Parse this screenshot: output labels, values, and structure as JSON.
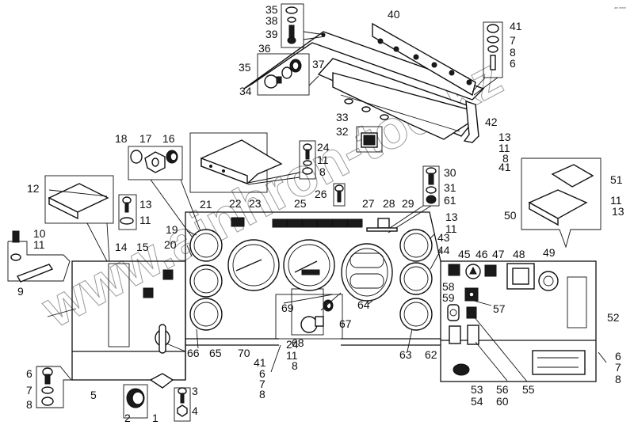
{
  "diagram": {
    "title": "Instrument panel assembly — exploded parts view",
    "watermark": "www.ainhron-tod.kz",
    "corner_mark": "ᵃᵐ ᵐᵐᵐ",
    "callouts": [
      {
        "id": "c35a",
        "text": "35"
      },
      {
        "id": "c38",
        "text": "38"
      },
      {
        "id": "c39",
        "text": "39"
      },
      {
        "id": "c36",
        "text": "36"
      },
      {
        "id": "c35b",
        "text": "35"
      },
      {
        "id": "c34",
        "text": "34"
      },
      {
        "id": "c37",
        "text": "37"
      },
      {
        "id": "c40",
        "text": "40"
      },
      {
        "id": "c41a",
        "text": "41"
      },
      {
        "id": "c7a",
        "text": "7"
      },
      {
        "id": "c8a",
        "text": "8"
      },
      {
        "id": "c6a",
        "text": "6"
      },
      {
        "id": "c33",
        "text": "33"
      },
      {
        "id": "c32",
        "text": "32"
      },
      {
        "id": "c42",
        "text": "42"
      },
      {
        "id": "c13a",
        "text": "13"
      },
      {
        "id": "c11a",
        "text": "11"
      },
      {
        "id": "c8b",
        "text": "8"
      },
      {
        "id": "c41b",
        "text": "41"
      },
      {
        "id": "c18",
        "text": "18"
      },
      {
        "id": "c17",
        "text": "17"
      },
      {
        "id": "c16",
        "text": "16"
      },
      {
        "id": "c24a",
        "text": "24"
      },
      {
        "id": "c11b",
        "text": "11"
      },
      {
        "id": "c8c",
        "text": "8"
      },
      {
        "id": "c21",
        "text": "21"
      },
      {
        "id": "c12",
        "text": "12"
      },
      {
        "id": "c13b",
        "text": "13"
      },
      {
        "id": "c11c",
        "text": "11"
      },
      {
        "id": "c30",
        "text": "30"
      },
      {
        "id": "c31",
        "text": "31"
      },
      {
        "id": "c61",
        "text": "61"
      },
      {
        "id": "c51",
        "text": "51"
      },
      {
        "id": "c11d",
        "text": "11"
      },
      {
        "id": "c13c",
        "text": "13"
      },
      {
        "id": "c50",
        "text": "50"
      },
      {
        "id": "c22",
        "text": "22"
      },
      {
        "id": "c23",
        "text": "23"
      },
      {
        "id": "c25",
        "text": "25"
      },
      {
        "id": "c26",
        "text": "26"
      },
      {
        "id": "c27",
        "text": "27"
      },
      {
        "id": "c28",
        "text": "28"
      },
      {
        "id": "c29",
        "text": "29"
      },
      {
        "id": "c13d",
        "text": "13"
      },
      {
        "id": "c11e",
        "text": "11"
      },
      {
        "id": "c10",
        "text": "10"
      },
      {
        "id": "c11f",
        "text": "11"
      },
      {
        "id": "c9",
        "text": "9"
      },
      {
        "id": "c19",
        "text": "19"
      },
      {
        "id": "c14",
        "text": "14"
      },
      {
        "id": "c15",
        "text": "15"
      },
      {
        "id": "c20",
        "text": "20"
      },
      {
        "id": "c43",
        "text": "43"
      },
      {
        "id": "c44",
        "text": "44"
      },
      {
        "id": "c45",
        "text": "45"
      },
      {
        "id": "c46",
        "text": "46"
      },
      {
        "id": "c47",
        "text": "47"
      },
      {
        "id": "c48",
        "text": "48"
      },
      {
        "id": "c49",
        "text": "49"
      },
      {
        "id": "c58",
        "text": "58"
      },
      {
        "id": "c59",
        "text": "59"
      },
      {
        "id": "c57",
        "text": "57"
      },
      {
        "id": "c52",
        "text": "52"
      },
      {
        "id": "c69",
        "text": "69"
      },
      {
        "id": "c64",
        "text": "64"
      },
      {
        "id": "c67",
        "text": "67"
      },
      {
        "id": "c68",
        "text": "68"
      },
      {
        "id": "c66",
        "text": "66"
      },
      {
        "id": "c65",
        "text": "65"
      },
      {
        "id": "c70",
        "text": "70"
      },
      {
        "id": "c24b",
        "text": "24"
      },
      {
        "id": "c11g",
        "text": "11"
      },
      {
        "id": "c8d",
        "text": "8"
      },
      {
        "id": "c41c",
        "text": "41"
      },
      {
        "id": "c6b",
        "text": "6"
      },
      {
        "id": "c7b",
        "text": "7"
      },
      {
        "id": "c8e",
        "text": "8"
      },
      {
        "id": "c63",
        "text": "63"
      },
      {
        "id": "c62",
        "text": "62"
      },
      {
        "id": "c55",
        "text": "55"
      },
      {
        "id": "c6c",
        "text": "6"
      },
      {
        "id": "c7c",
        "text": "7"
      },
      {
        "id": "c8f",
        "text": "8"
      },
      {
        "id": "c5",
        "text": "5"
      },
      {
        "id": "c6d",
        "text": "6"
      },
      {
        "id": "c7d",
        "text": "7"
      },
      {
        "id": "c8g",
        "text": "8"
      },
      {
        "id": "c2",
        "text": "2"
      },
      {
        "id": "c1",
        "text": "1"
      },
      {
        "id": "c3",
        "text": "3"
      },
      {
        "id": "c4",
        "text": "4"
      },
      {
        "id": "c53",
        "text": "53"
      },
      {
        "id": "c54",
        "text": "54"
      },
      {
        "id": "c56",
        "text": "56"
      },
      {
        "id": "c60",
        "text": "60"
      }
    ]
  }
}
